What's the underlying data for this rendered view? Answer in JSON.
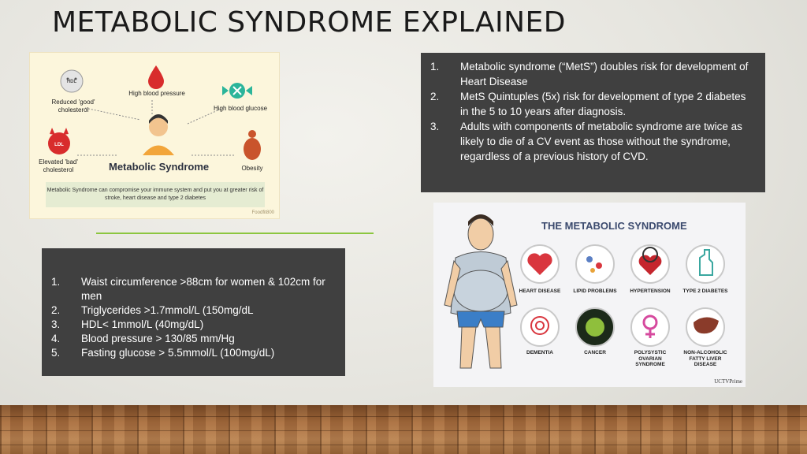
{
  "slide": {
    "title": "METABOLIC SYNDROME EXPLAINED"
  },
  "infographic_left": {
    "labels": {
      "reduced_hdl": "Reduced 'good' cholesterol",
      "high_bp": "High blood pressure",
      "high_glucose": "High blood glucose",
      "elevated_ldl": "Elevated 'bad' cholesterol",
      "obesity": "Obesity",
      "hdl_badge": "HDL",
      "ldl_badge": "LDL"
    },
    "center_title": "Metabolic Syndrome",
    "banner": "Metabolic Syndrome can compromise your immune system and put you at greater risk of stroke, heart disease and type 2 diabetes",
    "brand": "Foodfit800",
    "colors": {
      "background": "#fcf6dc",
      "red": "#d82c2c",
      "teal": "#2bb59a"
    }
  },
  "risk_box": {
    "items": [
      {
        "num": "1.",
        "text": "Metabolic syndrome (“MetS”) doubles risk for development of Heart Disease"
      },
      {
        "num": "2.",
        "text": "MetS Quintuples (5x) risk for development of type 2 diabetes in the 5 to 10 years after diagnosis."
      },
      {
        "num": "3.",
        "text": "Adults with components of metabolic syndrome are twice as likely to die of a CV event as those without the syndrome, regardless of a previous history of CVD."
      }
    ]
  },
  "criteria_box": {
    "items": [
      {
        "num": "1.",
        "text": "Waist circumference >88cm for women & 102cm for men"
      },
      {
        "num": "2.",
        "text": "Triglycerides >1.7mmol/L (150mg/dL"
      },
      {
        "num": "3.",
        "text": "HDL< 1mmol/L (40mg/dL)"
      },
      {
        "num": "4.",
        "text": "Blood pressure > 130/85 mm/Hg"
      },
      {
        "num": "5.",
        "text": "Fasting glucose > 5.5mmol/L (100mg/dL)"
      }
    ]
  },
  "infographic_right": {
    "title": "THE METABOLIC SYNDROME",
    "captions": {
      "heart_disease": "HEART DISEASE",
      "lipid_problems": "LIPID PROBLEMS",
      "hypertension": "HYPERTENSION",
      "type2_diabetes": "TYPE 2 DIABETES",
      "dementia": "DEMENTIA",
      "cancer": "CANCER",
      "pcos": "POLYSYSTIC OVARIAN SYNDROME",
      "nafld": "NON-ALCOHOLIC FATTY LIVER DISEASE"
    },
    "credit": "UCTVPrime",
    "colors": {
      "title": "#3b4a6e",
      "accent_red": "#d9363e",
      "accent_teal": "#3aa7a0",
      "accent_pink": "#d64a9e"
    }
  },
  "theme": {
    "box_background": "#404040",
    "divider_color": "#8cc63f"
  }
}
